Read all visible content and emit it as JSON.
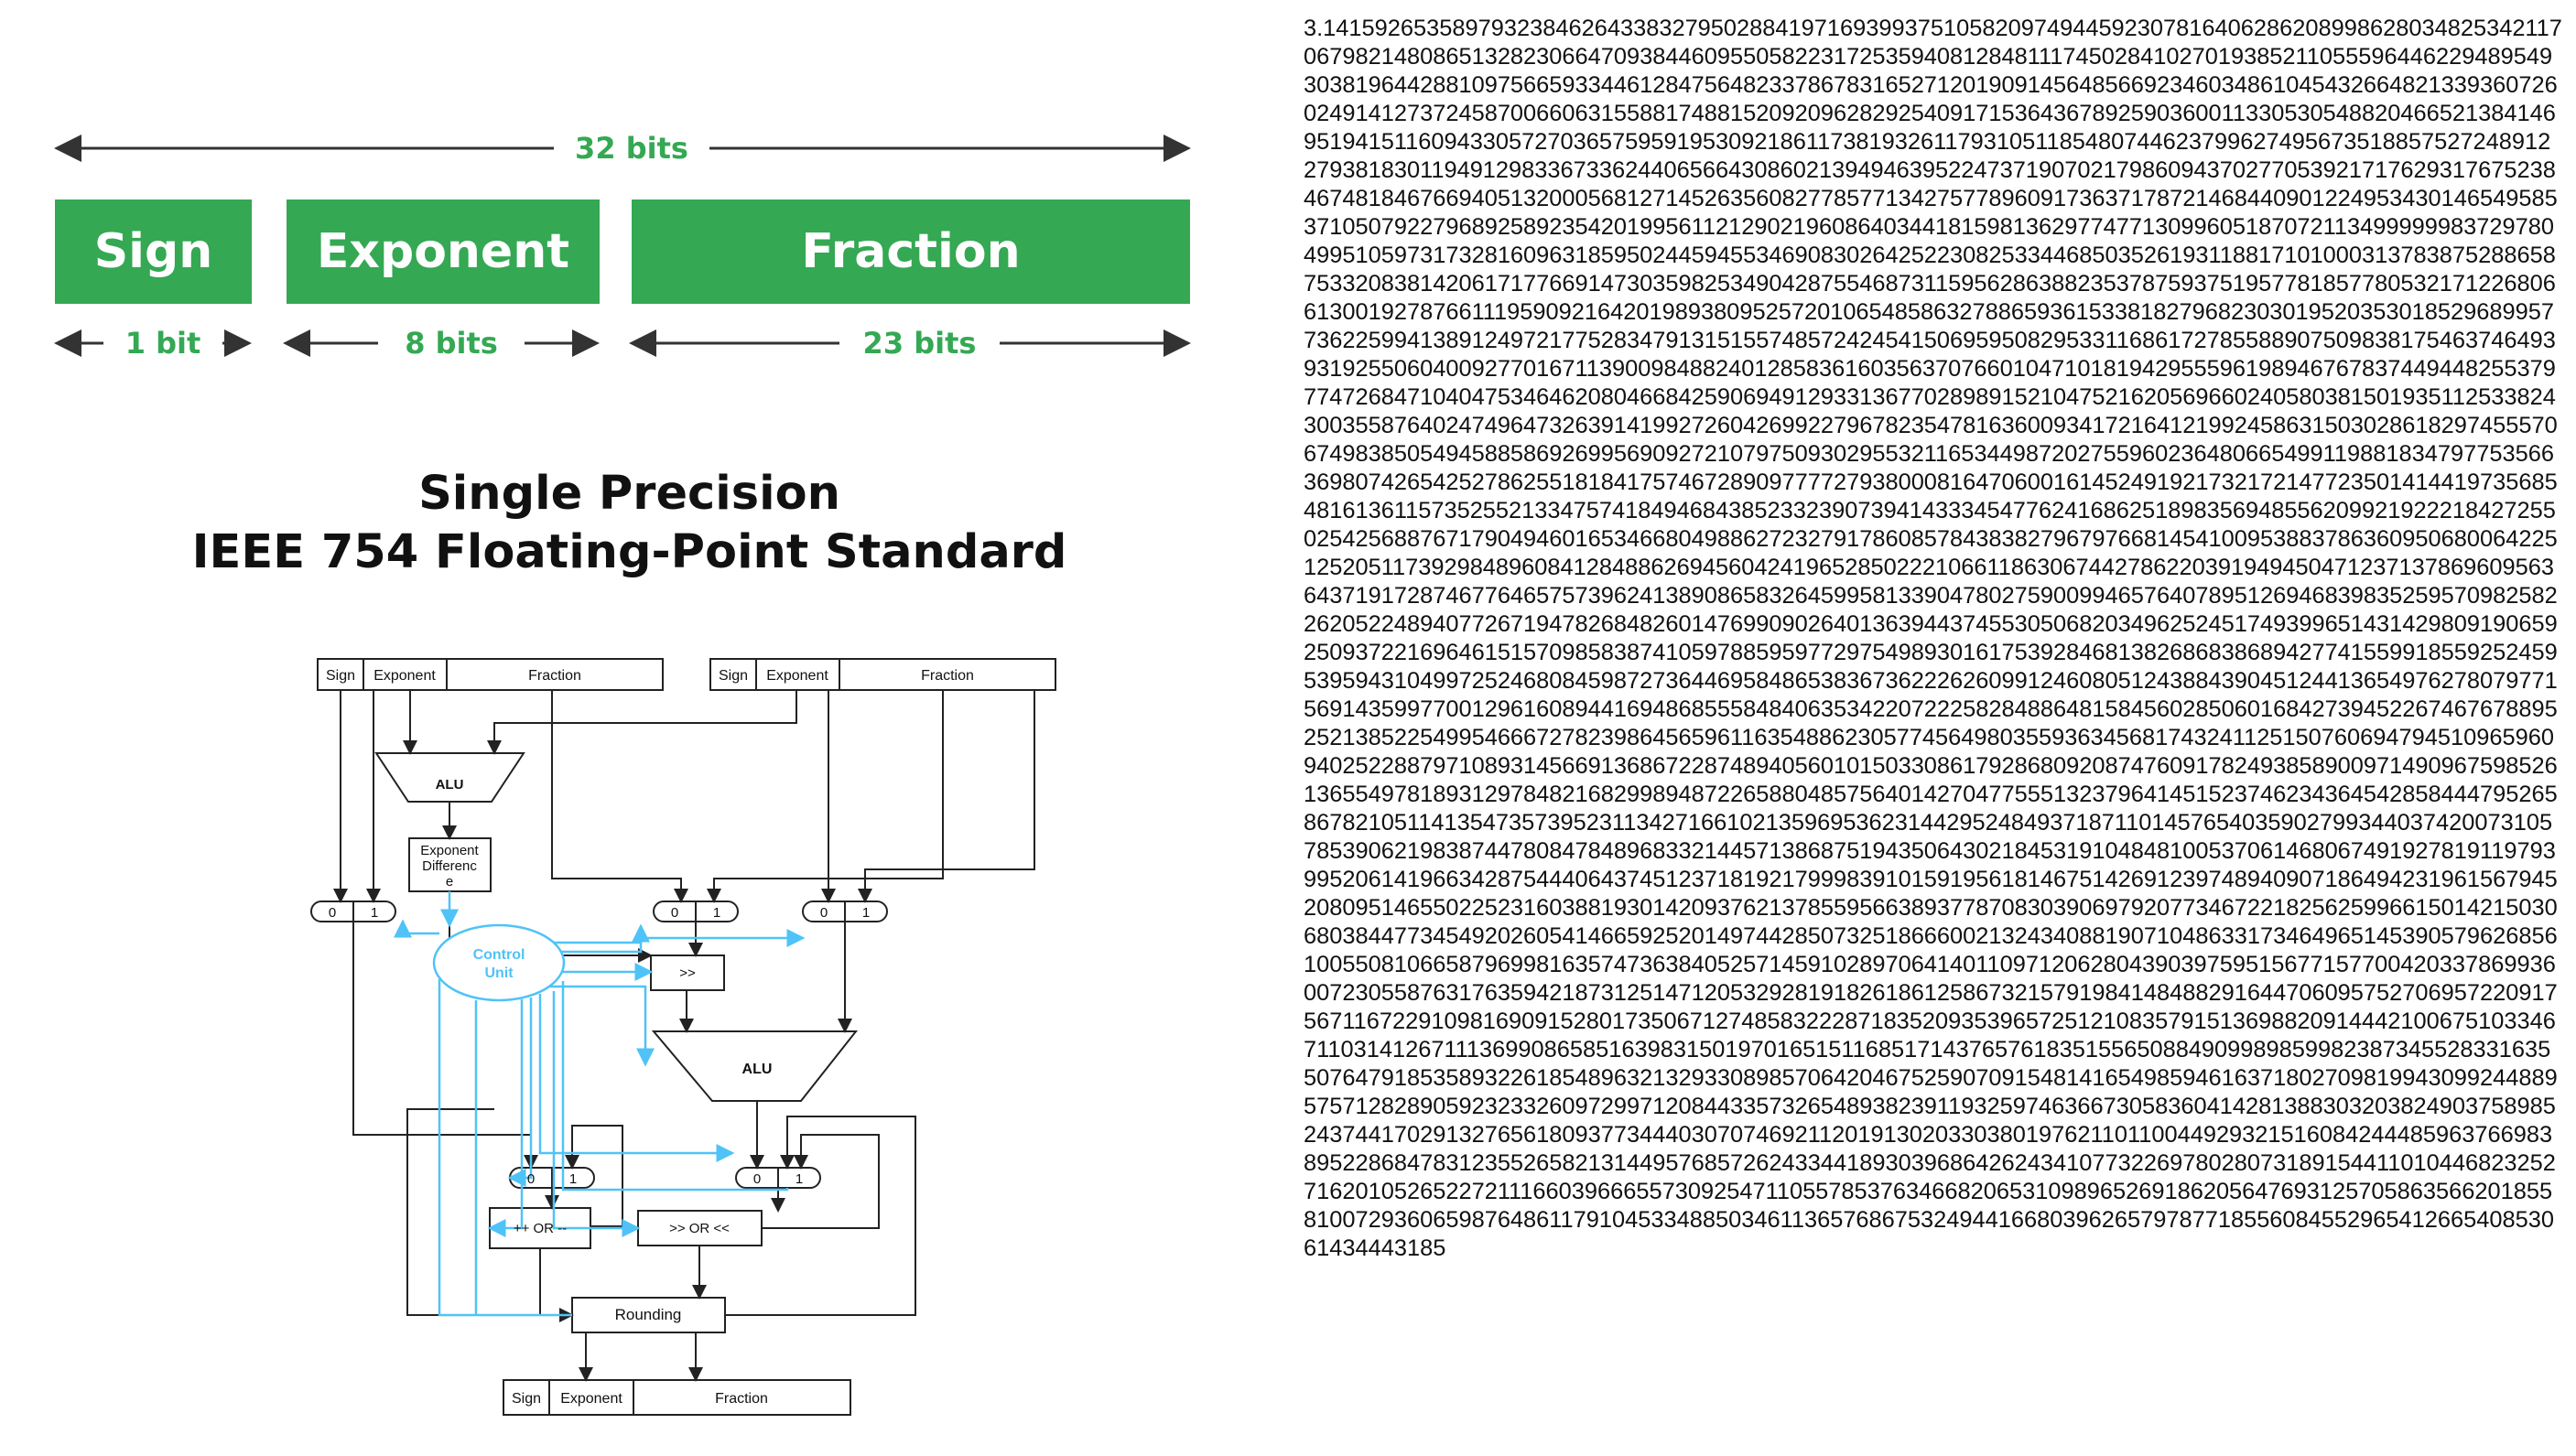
{
  "header": {
    "total_label": "32 bits",
    "fields": [
      {
        "name": "Sign",
        "bits": "1 bit"
      },
      {
        "name": "Exponent",
        "bits": "8 bits"
      },
      {
        "name": "Fraction",
        "bits": "23 bits"
      }
    ]
  },
  "title": {
    "line1": "Single Precision",
    "line2": "IEEE 754 Floating-Point Standard"
  },
  "diagram": {
    "field_sign": "Sign",
    "field_exponent": "Exponent",
    "field_fraction": "Fraction",
    "alu": "ALU",
    "exp_diff_1": "Exponent",
    "exp_diff_2": "Differenc",
    "exp_diff_3": "e",
    "control_1": "Control",
    "control_2": "Unit",
    "mux_0": "0",
    "mux_1": "1",
    "shift_right": ">>",
    "inc_dec": "++ OR --",
    "shift_lr": ">> OR <<",
    "rounding": "Rounding"
  },
  "colors": {
    "green": "#34a853",
    "control_blue": "#4fc3f7"
  },
  "pi_digits": "3.14159265358979323846264338327950288419716939937510582097494459230781640628620899862803482534211706798214808651328230664709384460955058223172535940812848111745028410270193852110555964462294895493038196442881097566593344612847564823378678316527120190914564856692346034861045432664821339360726024914127372458700660631558817488152092096282925409171536436789259036001133053054882046652138414695194151160943305727036575959195309218611738193261179310511854807446237996274956735188575272489122793818301194912983367336244065664308602139494639522473719070217986094370277053921717629317675238467481846766940513200056812714526356082778577134275778960917363717872146844090122495343014654958537105079227968925892354201995611212902196086403441815981362977477130996051870721134999999837297804995105973173281609631859502445945534690830264252230825334468503526193118817101000313783875288658753320838142061717766914730359825349042875546873115956286388235378759375195778185778053217122680661300192787661119590921642019893809525720106548586327886593615338182796823030195203530185296899577362259941389124972177528347913151557485724245415069595082953311686172785588907509838175463746493931925506040092770167113900984882401285836160356370766010471018194295559619894676783744944825537977472684710404753464620804668425906949129331367702898915210475216205696602405803815019351125338243003558764024749647326391419927260426992279678235478163600934172164121992458631503028618297455570674983850549458858692699569092721079750930295532116534498720275596023648066549911988183479775356636980742654252786255181841757467289097777279380008164706001614524919217321721477235014144197356854816136115735255213347574184946843852332390739414333454776241686251898356948556209921922218427255025425688767179049460165346680498862723279178608578438382796797668145410095388378636095068006422512520511739298489608412848862694560424196528502221066118630674427862203919494504712371378696095636437191728746776465757396241389086583264599581339047802759009946576407895126946839835259570982582262052248940772671947826848260147699090264013639443745530506820349625245174939965143142980919065925093722169646151570985838741059788595977297549893016175392846813826868386894277415599185592524595395943104997252468084598727364469584865383673622262609912460805124388439045124413654976278079771569143599770012961608944169486855584840635342207222582848864815845602850601684273945226746767889525213852254995466672782398645659611635488623057745649803559363456817432411251507606947945109659609402522887971089314566913686722874894056010150330861792868092087476091782493858900971490967598526136554978189312978482168299894872265880485756401427047755513237964145152374623436454285844479526586782105114135473573952311342716610213596953623144295248493718711014576540359027993440374200731057853906219838744780847848968332144571386875194350643021845319104848100537061468067491927819119793995206141966342875444064374512371819217999839101591956181467514269123974894090718649423196156794520809514655022523160388193014209376213785595663893778708303906979207734672218256259966150142150306803844773454920260541466592520149744285073251866600213243408819071048633173464965145390579626856100550810665879699816357473638405257145910289706414011097120628043903975951567715770042033786993600723055876317635942187312514712053292819182618612586732157919841484882916447060957527069572209175671167229109816909152801735067127485832228718352093539657251210835791513698820914442100675103346711031412671113699086585163983150197016515116851714376576183515565088490998985998238734552833163550764791853589322618548963213293308985706420467525907091548141654985946163718027098199430992448895757128289059232332609729971208443357326548938239119325974636673058360414281388303203824903758985243744170291327656180937734440307074692112019130203303801976211011004492932151608424448596376698389522868478312355265821314495768572624334418930396864262434107732269780280731891544110104468232527162010526522721116603966655730925471105578537634668206531098965269186205647693125705863566201855810072936065987648611791045334885034611365768675324944166803962657978771855608455296541266540853061434443185"
}
